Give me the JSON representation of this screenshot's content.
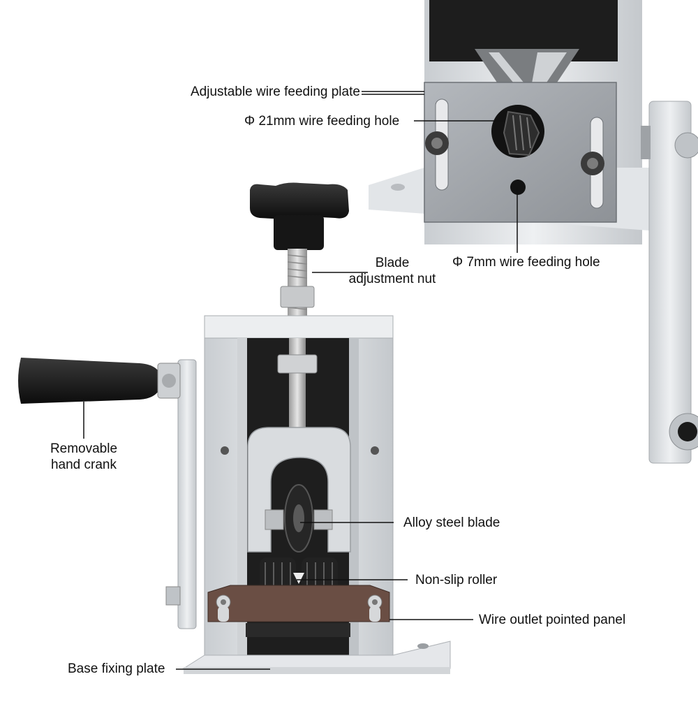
{
  "colors": {
    "aluminum": "#dfe2e5",
    "aluminum_shade": "#b8bcc1",
    "steel_plate": "#9fa3a8",
    "black": "#141414",
    "brown_panel": "#6b4f45",
    "callout_line": "#111111"
  },
  "labels": {
    "feeding_plate": "Adjustable wire feeding plate",
    "hole_21mm": "Φ 21mm wire feeding hole",
    "hole_7mm": "Φ 7mm wire feeding hole",
    "blade_nut_line1": "Blade",
    "blade_nut_line2": "adjustment nut",
    "hand_crank_line1": "Removable",
    "hand_crank_line2": "hand crank",
    "alloy_blade": "Alloy steel blade",
    "roller": "Non-slip roller",
    "outlet_panel": "Wire outlet pointed panel",
    "base_plate": "Base fixing plate"
  }
}
